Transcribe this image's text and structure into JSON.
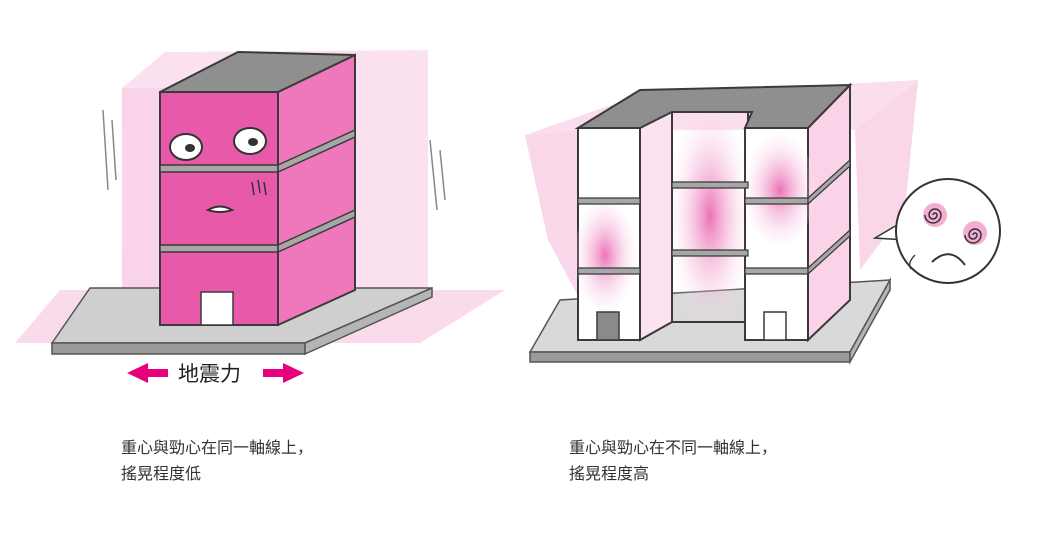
{
  "left_panel": {
    "force_label": "地震力",
    "caption_line1": "重心與勁心在同一軸線上，",
    "caption_line2": "搖晃程度低"
  },
  "right_panel": {
    "caption_line1": "重心與勁心在不同一軸線上，",
    "caption_line2": "搖晃程度高"
  },
  "colors": {
    "building_pink": "#e85aa9",
    "ghost_pink": "#f6b4d8",
    "slab_gray": "#9a9a9a",
    "arrow_magenta": "#e6007e"
  }
}
